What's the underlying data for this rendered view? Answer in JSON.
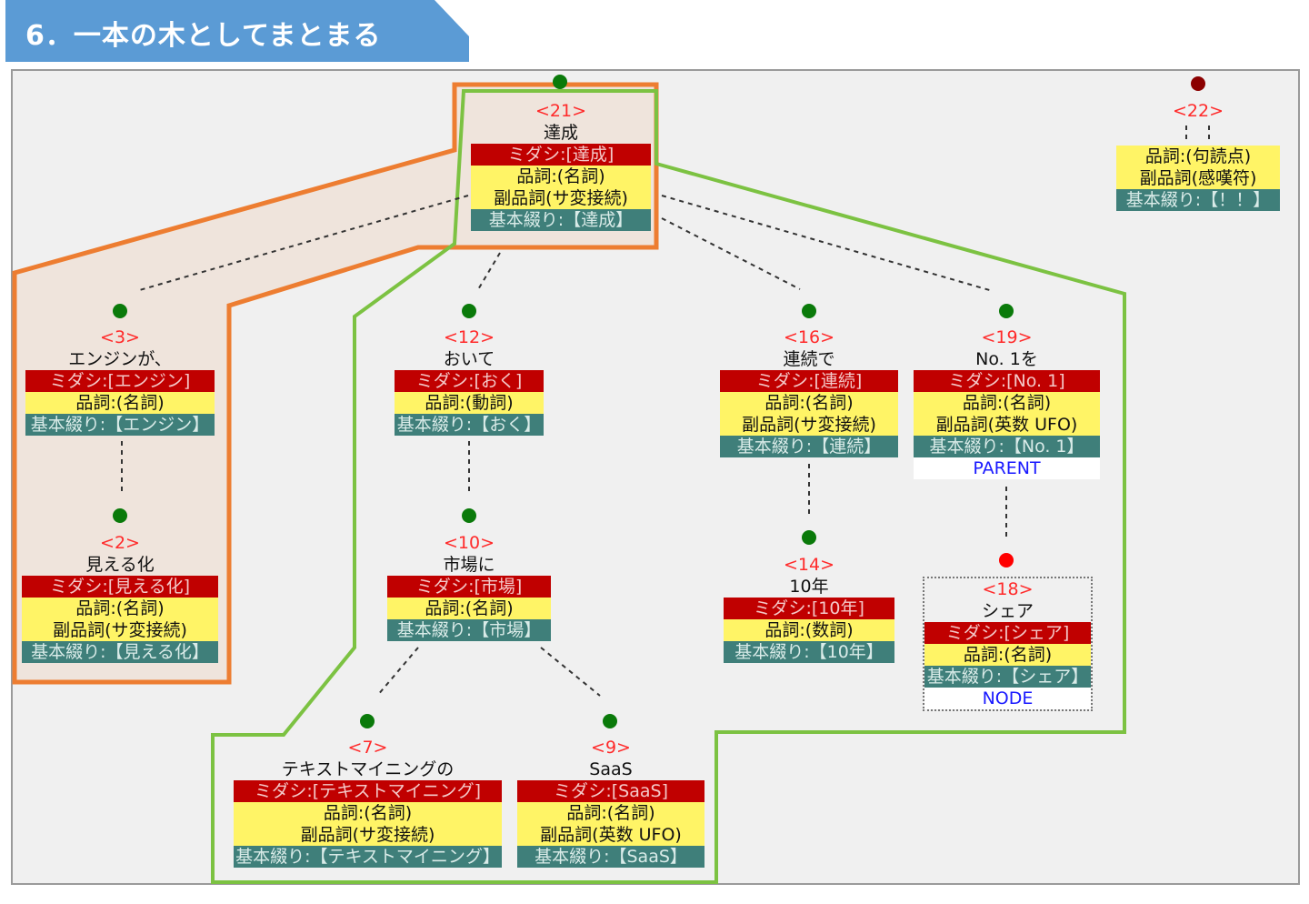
{
  "header": {
    "title": "6．一本の木としてまとまる"
  },
  "colors": {
    "banner": "#5b9bd5",
    "midashi": "#c00000",
    "pos": "#fff466",
    "base": "#3f7f7a",
    "dot_green": "#0a7a0a",
    "dot_red": "#ff0000",
    "dot_darkred": "#8b0000",
    "group_orange": "#ed7d31",
    "group_green": "#7cc242"
  },
  "nodes": [
    {
      "id": "21",
      "num": "<21>",
      "word": "達成",
      "midashi": "ミダシ:[達成]",
      "pos": [
        "品詞:(名詞)",
        "副品詞(サ変接続)"
      ],
      "base": "基本綴り:【達成】"
    },
    {
      "id": "22",
      "num": "<22>",
      "word": "",
      "midashi": "",
      "pos": [
        "品詞:(句読点)",
        "副品詞(感嘆符)"
      ],
      "base": "基本綴り:【！！】"
    },
    {
      "id": "3",
      "num": "<3>",
      "word": "エンジンが、",
      "midashi": "ミダシ:[エンジン]",
      "pos": [
        "品詞:(名詞)"
      ],
      "base": "基本綴り:【エンジン】"
    },
    {
      "id": "2",
      "num": "<2>",
      "word": "見える化",
      "midashi": "ミダシ:[見える化]",
      "pos": [
        "品詞:(名詞)",
        "副品詞(サ変接続)"
      ],
      "base": "基本綴り:【見える化】"
    },
    {
      "id": "12",
      "num": "<12>",
      "word": "おいて",
      "midashi": "ミダシ:[おく]",
      "pos": [
        "品詞:(動詞)"
      ],
      "base": "基本綴り:【おく】"
    },
    {
      "id": "10",
      "num": "<10>",
      "word": "市場に",
      "midashi": "ミダシ:[市場]",
      "pos": [
        "品詞:(名詞)"
      ],
      "base": "基本綴り:【市場】"
    },
    {
      "id": "16",
      "num": "<16>",
      "word": "連続で",
      "midashi": "ミダシ:[連続]",
      "pos": [
        "品詞:(名詞)",
        "副品詞(サ変接続)"
      ],
      "base": "基本綴り:【連続】"
    },
    {
      "id": "19",
      "num": "<19>",
      "word": "No. 1を",
      "midashi": "ミダシ:[No. 1]",
      "pos": [
        "品詞:(名詞)",
        "副品詞(英数 UFO)"
      ],
      "base": "基本綴り:【No. 1】",
      "tag": "PARENT"
    },
    {
      "id": "14",
      "num": "<14>",
      "word": "10年",
      "midashi": "ミダシ:[10年]",
      "pos": [
        "品詞:(数詞)"
      ],
      "base": "基本綴り:【10年】"
    },
    {
      "id": "18",
      "num": "<18>",
      "word": "シェア",
      "midashi": "ミダシ:[シェア]",
      "pos": [
        "品詞:(名詞)"
      ],
      "base": "基本綴り:【シェア】",
      "tag": "NODE"
    },
    {
      "id": "7",
      "num": "<7>",
      "word": "テキストマイニングの",
      "midashi": "ミダシ:[テキストマイニング]",
      "pos": [
        "品詞:(名詞)",
        "副品詞(サ変接続)"
      ],
      "base": "基本綴り:【テキストマイニング】"
    },
    {
      "id": "9",
      "num": "<9>",
      "word": "SaaS",
      "midashi": "ミダシ:[SaaS]",
      "pos": [
        "品詞:(名詞)",
        "副品詞(英数 UFO)"
      ],
      "base": "基本綴り:【SaaS】"
    }
  ],
  "edges": [
    [
      "21",
      "3"
    ],
    [
      "21",
      "12"
    ],
    [
      "21",
      "16"
    ],
    [
      "21",
      "19"
    ],
    [
      "3",
      "2"
    ],
    [
      "12",
      "10"
    ],
    [
      "10",
      "7"
    ],
    [
      "10",
      "9"
    ],
    [
      "16",
      "14"
    ],
    [
      "19",
      "18"
    ]
  ]
}
